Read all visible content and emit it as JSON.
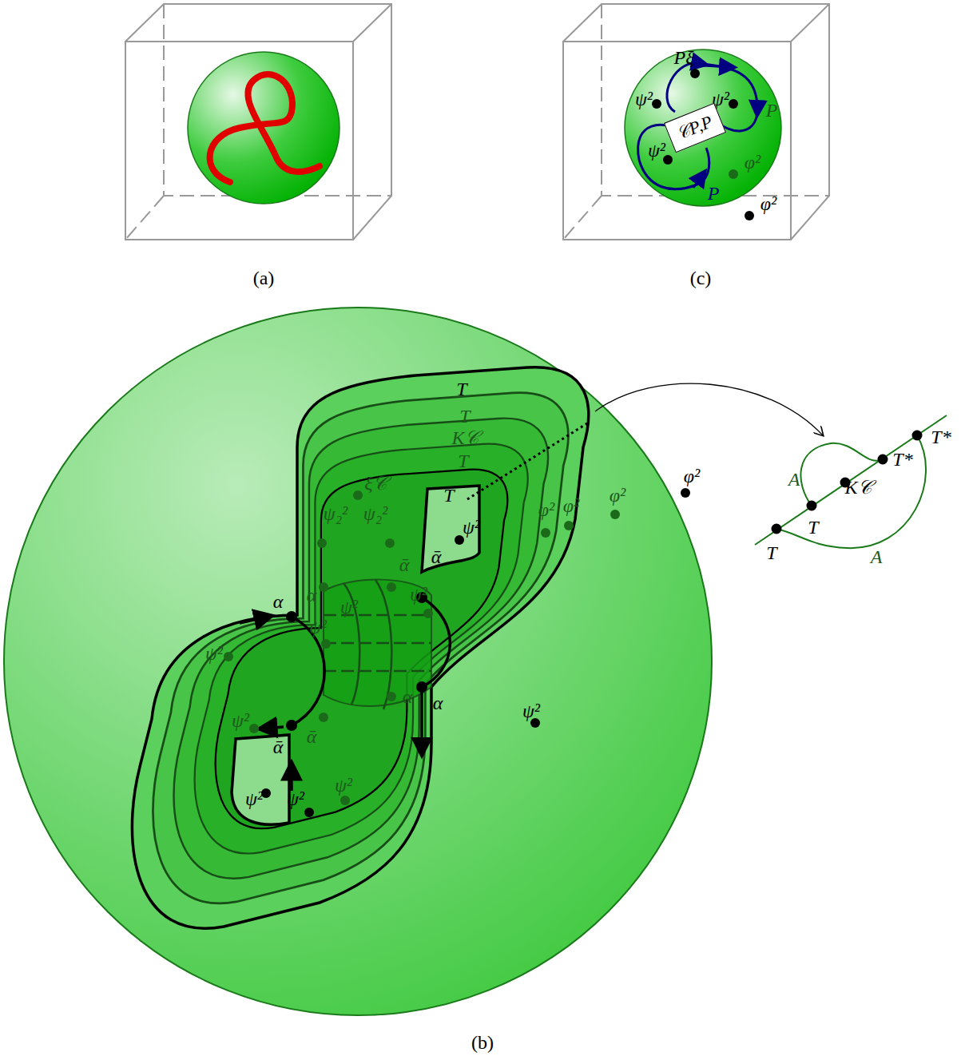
{
  "diagram": {
    "nodes": [
      {
        "text": [
          "𝒞P,P"
        ]
      }
    ],
    "labels": [
      "(a)",
      "(c)",
      "Pξ",
      "ψ²",
      "ψ²",
      "P",
      "ψ²",
      "φ²",
      "P",
      "φ²",
      "T",
      "T",
      "K𝒞",
      "T",
      "T",
      "ξ𝒞",
      "ψ₂²",
      "ψ₂²",
      "ψ²",
      "ᾱ",
      "ᾱ",
      "φ²",
      "φ²",
      "φ²",
      "φ²",
      "α",
      "α",
      "ψ²",
      "ψ²",
      "ψ²",
      "ψ²",
      "ψ²",
      "ᾱ",
      "ᾱ",
      "α",
      "α",
      "ψ²",
      "ψ²",
      "ψ²",
      "ψ²",
      "A",
      "T*",
      "T*",
      "K𝒞",
      "T",
      "T",
      "A",
      "(b)"
    ]
  }
}
